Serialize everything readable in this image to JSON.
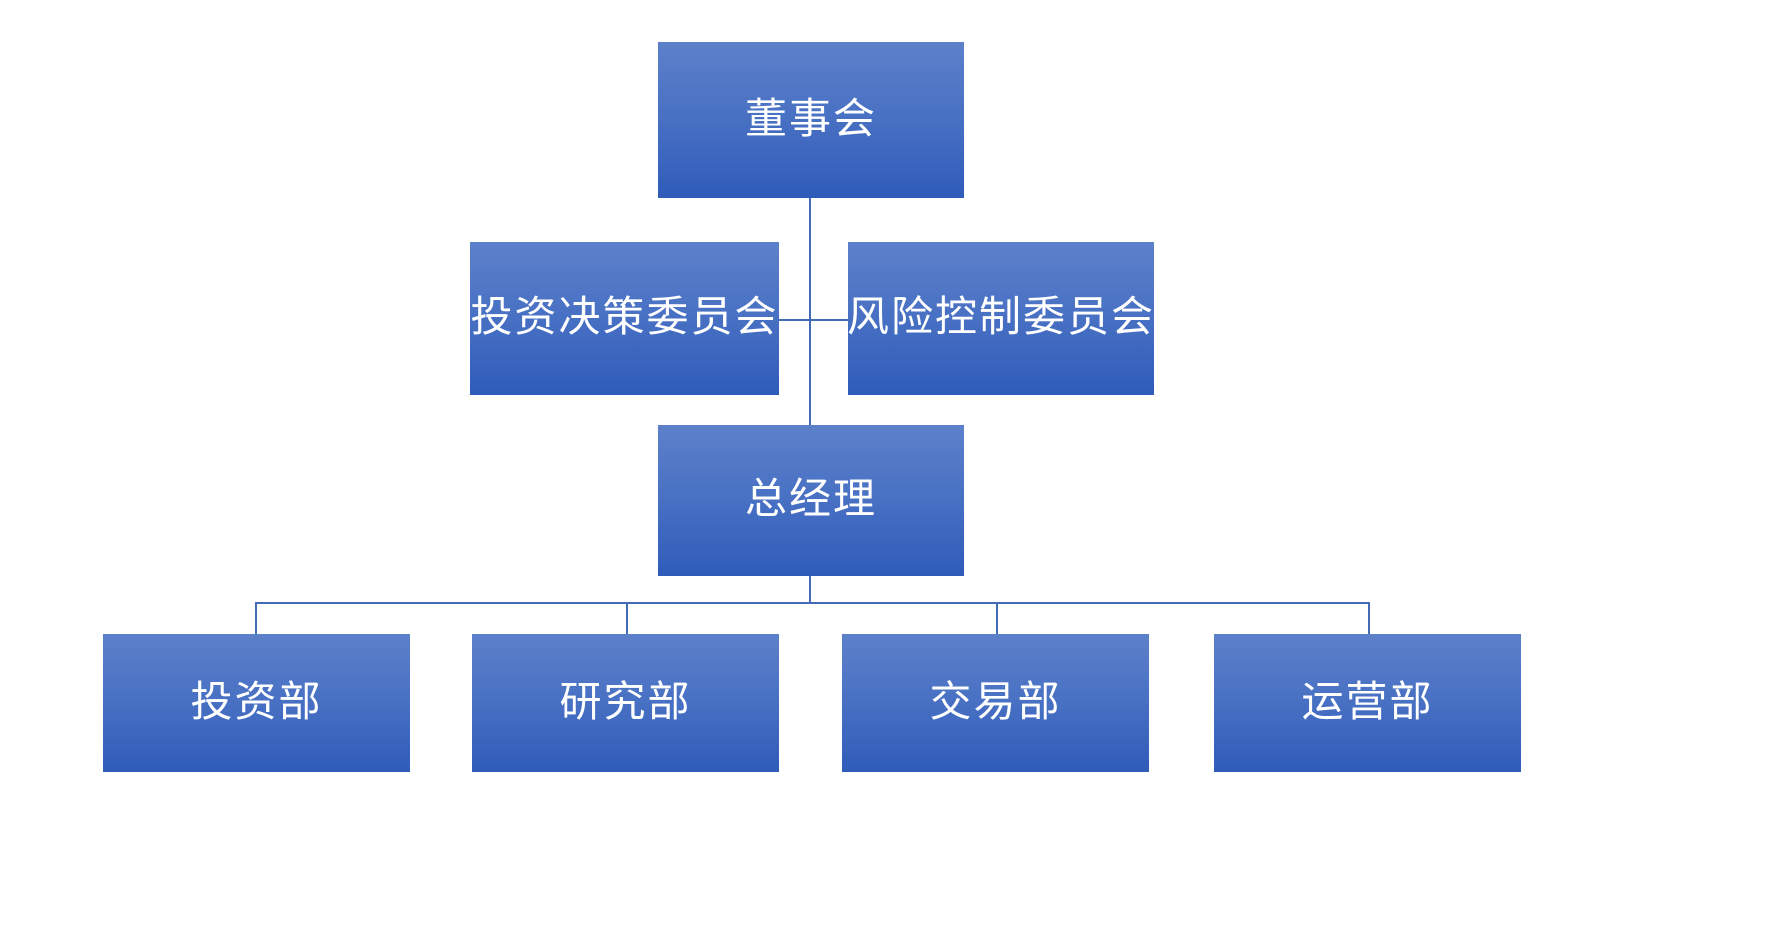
{
  "chart_data": {
    "type": "diagram",
    "diagram_type": "organization-chart",
    "title": "",
    "orientation": "top-down",
    "node_fill_gradient_top": "#5d80ca",
    "node_fill_gradient_bottom": "#2f5cba",
    "node_text_color": "#ffffff",
    "connector_color": "#436ab4",
    "background_color": "#ffffff",
    "levels": [
      {
        "level": 1,
        "labels": [
          "董事会"
        ]
      },
      {
        "level": 2,
        "labels": [
          "投资决策委员会",
          "风险控制委员会"
        ]
      },
      {
        "level": 3,
        "labels": [
          "总经理"
        ]
      },
      {
        "level": 4,
        "labels": [
          "投资部",
          "研究部",
          "交易部",
          "运营部"
        ]
      }
    ],
    "edges": [
      {
        "from": "董事会",
        "to": "总经理"
      },
      {
        "from": "投资决策委员会",
        "to": "风险控制委员会"
      },
      {
        "from": "总经理",
        "to": "投资部"
      },
      {
        "from": "总经理",
        "to": "研究部"
      },
      {
        "from": "总经理",
        "to": "交易部"
      },
      {
        "from": "总经理",
        "to": "运营部"
      }
    ]
  },
  "chart": {
    "root": {
      "label": "董事会"
    },
    "committees": [
      {
        "label": "投资决策委员会"
      },
      {
        "label": "风险控制委员会"
      }
    ],
    "manager": {
      "label": "总经理"
    },
    "departments": [
      {
        "label": "投资部"
      },
      {
        "label": "研究部"
      },
      {
        "label": "交易部"
      },
      {
        "label": "运营部"
      }
    ]
  }
}
